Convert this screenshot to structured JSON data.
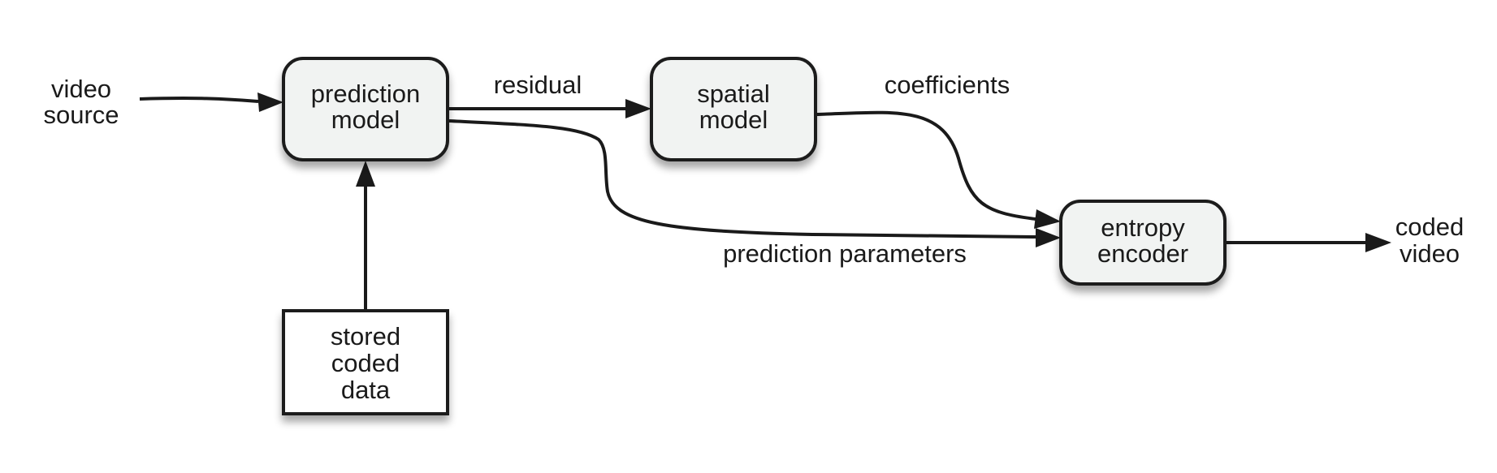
{
  "nodes": {
    "prediction_model": {
      "line1": "prediction",
      "line2": "model"
    },
    "spatial_model": {
      "line1": "spatial",
      "line2": "model"
    },
    "entropy_encoder": {
      "line1": "entropy",
      "line2": "encoder"
    },
    "stored_coded_data": {
      "line1": "stored",
      "line2": "coded",
      "line3": "data"
    }
  },
  "terminals": {
    "input": {
      "line1": "video",
      "line2": "source"
    },
    "output": {
      "line1": "coded",
      "line2": "video"
    }
  },
  "edge_labels": {
    "residual": "residual",
    "coefficients": "coefficients",
    "prediction_parameters": "prediction parameters"
  },
  "colors": {
    "stroke": "#1a1a1a",
    "box_fill": "#f1f3f2",
    "shadow": "#000000"
  }
}
